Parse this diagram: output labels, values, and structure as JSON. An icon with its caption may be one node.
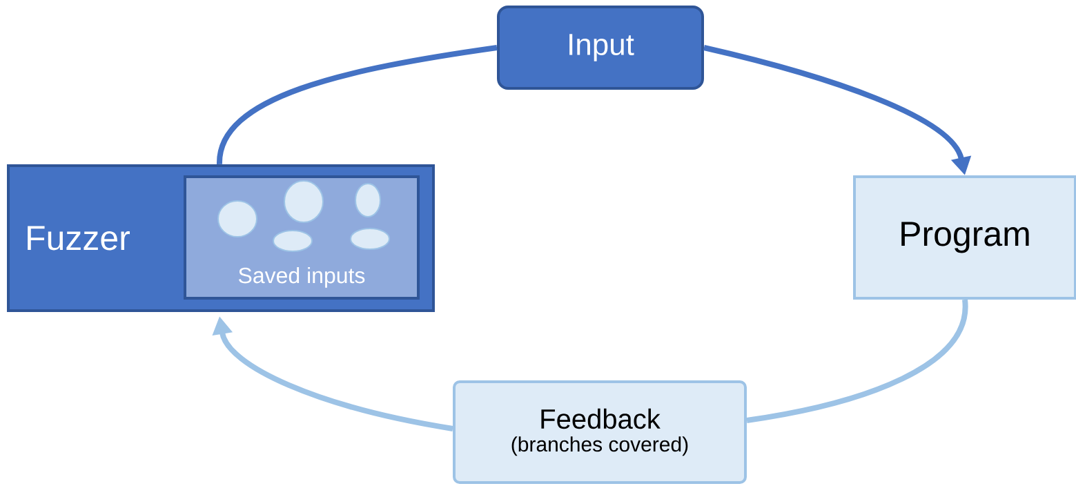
{
  "diagram": {
    "nodes": [
      {
        "text": [
          "Fuzzer"
        ]
      },
      {
        "text": [
          "Saved inputs"
        ],
        "in": 0
      },
      {
        "text": [
          "Input"
        ]
      },
      {
        "text": [
          "Program"
        ]
      },
      {
        "text": [
          "Feedback",
          "(branches covered)"
        ]
      }
    ],
    "edges": [
      {
        "from": 0,
        "to": 2,
        "arrow": "none",
        "color": "#4472c4"
      },
      {
        "from": 2,
        "to": 3,
        "arrow": "to",
        "color": "#4472c4"
      },
      {
        "from": 3,
        "to": 4,
        "arrow": "none",
        "color": "#9dc3e6"
      },
      {
        "from": 4,
        "to": 0,
        "arrow": "to",
        "color": "#9dc3e6"
      }
    ]
  }
}
